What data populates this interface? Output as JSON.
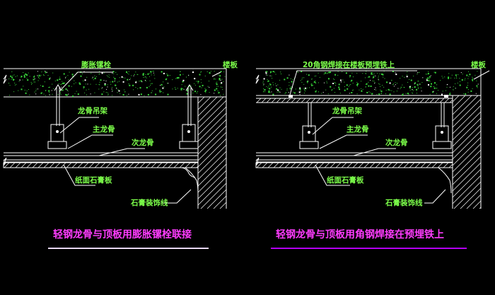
{
  "colors": {
    "background": "#000000",
    "linework": "#ffffff",
    "concrete_dots": "#37d43a",
    "label_text": "#7cff4a",
    "caption_text": "#ff3cff",
    "caption_underline_left": "#e8d8ff",
    "caption_underline_right": "#b400ff"
  },
  "left_detail": {
    "labels": {
      "expansion_bolt": "膨胀镙栓",
      "slab": "楼板",
      "hanger": "龙骨吊架",
      "main_keel": "主龙骨",
      "secondary_keel": "次龙骨",
      "gypsum_board": "纸面石膏板",
      "cornice": "石膏装饰线"
    },
    "caption": "轻钢龙骨与顶板用膨胀镙栓联接"
  },
  "right_detail": {
    "labels": {
      "angle_steel": "20角钢焊接在楼板预埋铁上",
      "slab": "楼板",
      "hanger": "龙骨吊架",
      "main_keel": "主龙骨",
      "secondary_keel": "次龙骨",
      "gypsum_board": "纸面石膏板",
      "cornice": "石膏装饰线"
    },
    "caption": "轻钢龙骨与顶板用角钢焊接在预埋铁上"
  }
}
